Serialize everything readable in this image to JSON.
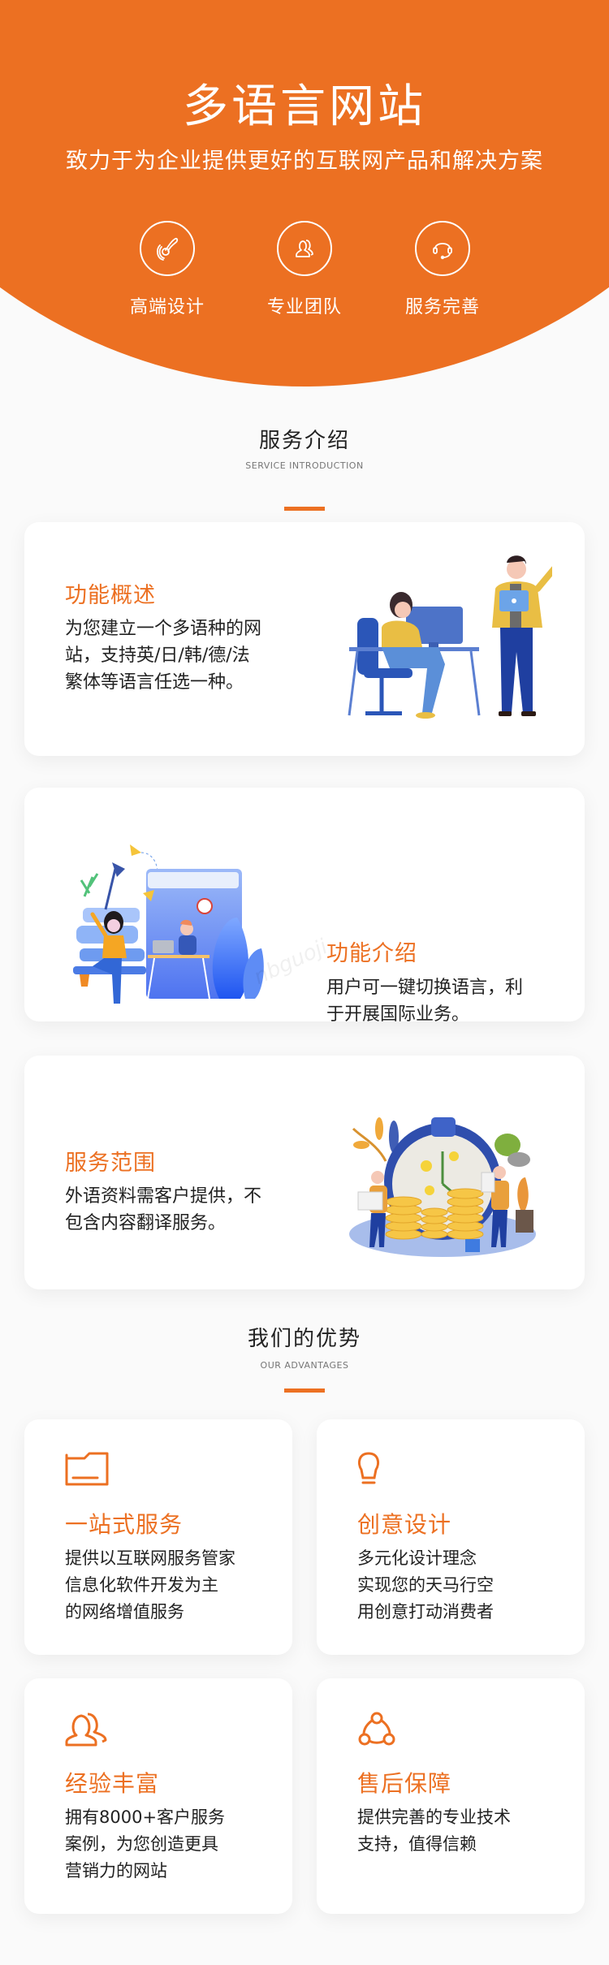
{
  "hero": {
    "title": "多语言网站",
    "subtitle": "致力于为企业提供更好的互联网产品和解决方案",
    "features": [
      {
        "icon": "brush-icon",
        "label": "高端设计"
      },
      {
        "icon": "team-icon",
        "label": "专业团队"
      },
      {
        "icon": "headset-icon",
        "label": "服务完善"
      }
    ]
  },
  "services": {
    "heading": "服务介绍",
    "heading_en": "SERVICE INTRODUCTION",
    "items": [
      {
        "title": "功能概述",
        "lines": [
          "为您建立一个多语种的网",
          "站，支持英/日/韩/德/法",
          "繁体等语言任选一种。"
        ],
        "illustration": "call-center-illustration"
      },
      {
        "title": "功能介绍",
        "lines": [
          "用户可一键切换语言，利",
          "于开展国际业务。"
        ],
        "illustration": "workspace-illustration"
      },
      {
        "title": "服务范围",
        "lines": [
          "外语资料需客户提供，不",
          "包含内容翻译服务。"
        ],
        "illustration": "coins-clock-illustration"
      }
    ]
  },
  "advantages": {
    "heading": "我们的优势",
    "heading_en": "OUR ADVANTAGES",
    "items": [
      {
        "icon": "folder-icon",
        "title": "一站式服务",
        "lines": [
          "提供以互联网服务管家",
          "信息化软件开发为主",
          "的网络增值服务"
        ]
      },
      {
        "icon": "lightbulb-icon",
        "title": "创意设计",
        "lines": [
          "多元化设计理念",
          "实现您的天马行空",
          "用创意打动消费者"
        ]
      },
      {
        "icon": "users-icon",
        "title": "经验丰富",
        "lines": [
          "拥有8000+客户服务",
          "案例，为您创造更具",
          "营销力的网站"
        ]
      },
      {
        "icon": "share-icon",
        "title": "售后保障",
        "lines": [
          "提供完善的专业技术",
          "支持，值得信赖"
        ]
      }
    ]
  },
  "watermark_text": "nbguoji",
  "colors": {
    "accent": "#EC7022",
    "text": "#222222",
    "muted": "#777777",
    "card": "#FFFFFF"
  }
}
